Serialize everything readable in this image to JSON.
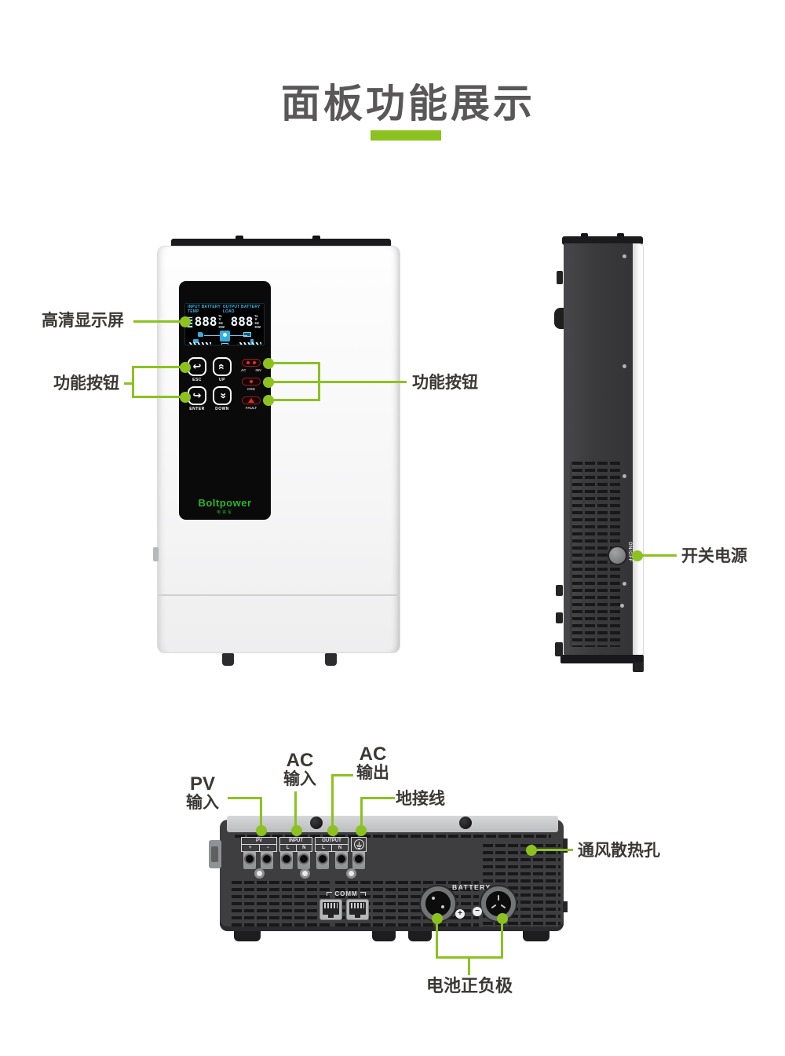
{
  "title": {
    "text": "面板功能展示"
  },
  "colors": {
    "accent": "#8cc220",
    "title": "#595757",
    "label": "#3b3836",
    "lcd_blue": "#39b7e9",
    "logo_green": "#2db52d",
    "led_red": "#ef2b1e"
  },
  "front": {
    "lcd": {
      "labels_left": "INPUT  BATTERY  TEMP",
      "labels_right": "OUTPUT  BATTERY  LOAD",
      "digits_left": "888",
      "digits_right": "888",
      "units": [
        "%",
        "V",
        "Hz",
        "KW"
      ]
    },
    "buttons": [
      {
        "label": "ESC",
        "glyph": "↩"
      },
      {
        "label": "UP",
        "glyph": "«"
      },
      {
        "label": "ENTER",
        "glyph": "↪"
      },
      {
        "label": "DOWN",
        "glyph": "«"
      }
    ],
    "indicators": {
      "led1_a": "AC",
      "led1_b": "INV",
      "led2": "CHG",
      "led3": "FAULT"
    },
    "logo": {
      "brand": "Boltpower",
      "sub": "电将军"
    }
  },
  "side": {
    "power_label": "ON/OFF"
  },
  "bottom": {
    "pv": {
      "title": "PV",
      "a": "+",
      "b": "−"
    },
    "input": {
      "title": "INPUT",
      "a": "L",
      "b": "N"
    },
    "output": {
      "title": "OUTPUT",
      "a": "L",
      "b": "N"
    },
    "comm": "COMM",
    "battery": "BATTERY",
    "plus": "+",
    "minus": "−"
  },
  "callouts": {
    "screen": "高清显示屏",
    "buttons_left": "功能按钮",
    "buttons_right": "功能按钮",
    "power": "开关电源",
    "pv_1": "PV",
    "pv_2": "输入",
    "ac_in_1": "AC",
    "ac_in_2": "输入",
    "ac_out_1": "AC",
    "ac_out_2": "输出",
    "ground": "地接线",
    "vent": "通风散热孔",
    "battery": "电池正负极"
  }
}
